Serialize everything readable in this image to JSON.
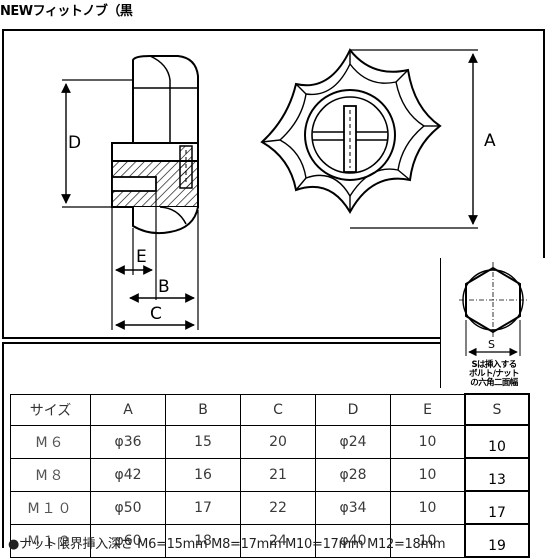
{
  "title": "NEWフィットノブ（黒",
  "dimension_labels": {
    "d": "D",
    "a": "A",
    "e": "E",
    "b": "B",
    "c": "C",
    "s": "S"
  },
  "hex_caption": [
    "Sは挿入する",
    "ボルト/ナット",
    "の六角二面幅"
  ],
  "table": {
    "headers": [
      "サイズ",
      "A",
      "B",
      "C",
      "D",
      "E",
      "S"
    ],
    "rows": [
      [
        "M６",
        "φ36",
        "15",
        "20",
        "φ24",
        "10",
        "10"
      ],
      [
        "M８",
        "φ42",
        "16",
        "21",
        "φ28",
        "10",
        "13"
      ],
      [
        "M１０",
        "φ50",
        "17",
        "22",
        "φ34",
        "10",
        "17"
      ],
      [
        "M１２",
        "φ60",
        "18",
        "24",
        "φ40",
        "10",
        "19"
      ]
    ]
  },
  "footnote": "●ナット限界挿入深さ  M6=15mm  M8=17mm  M10=17mm  M12=18mm",
  "colors": {
    "line": "#000000",
    "background": "#ffffff",
    "table_text": "#3a3a3a"
  }
}
